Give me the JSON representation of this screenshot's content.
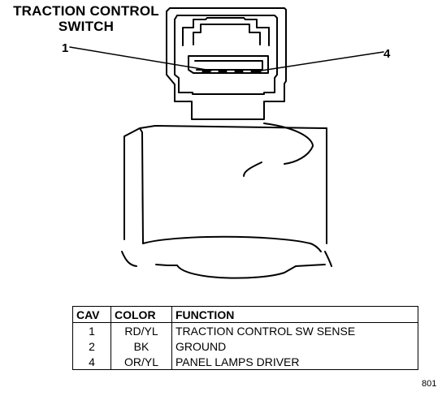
{
  "title_line1": "TRACTION CONTROL",
  "title_line2": "SWITCH",
  "pin_labels": {
    "left": "1",
    "right": "4"
  },
  "table": {
    "headers": [
      "CAV",
      "COLOR",
      "FUNCTION"
    ],
    "rows": [
      [
        "1",
        "RD/YL",
        "TRACTION CONTROL SW SENSE"
      ],
      [
        "2",
        "BK",
        "GROUND"
      ],
      [
        "4",
        "OR/YL",
        "PANEL LAMPS DRIVER"
      ]
    ]
  },
  "ref_code": "801"
}
